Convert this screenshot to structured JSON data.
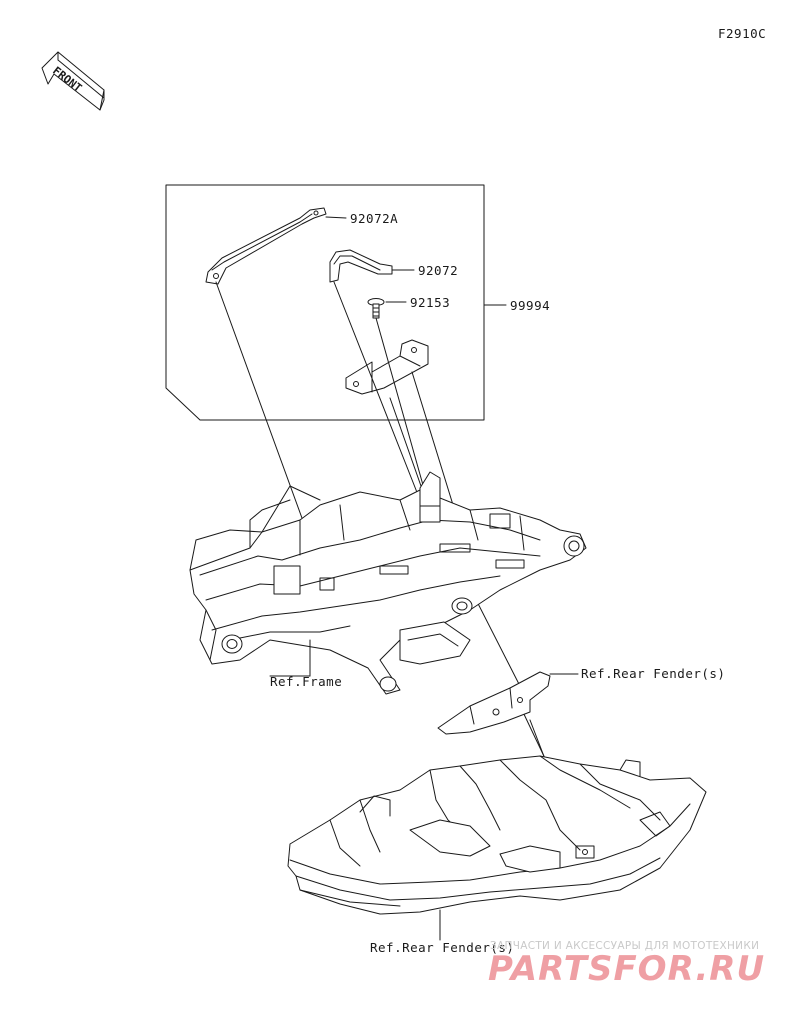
{
  "figure_code": "F2910C",
  "front_label": "FRONT",
  "callouts": {
    "part_92072A": "92072A",
    "part_92072": "92072",
    "part_92153": "92153",
    "part_99994": "99994",
    "ref_frame": "Ref.Frame",
    "ref_rear_fender_1": "Ref.Rear Fender(s)",
    "ref_rear_fender_2": "Ref.Rear Fender(s)"
  },
  "watermark": {
    "tagline": "ЗАПЧАСТИ И АКСЕССУАРЫ ДЛЯ МОТОТЕХНИКИ",
    "logo": "PARTSFOR.RU",
    "color": "#e2505a"
  },
  "colors": {
    "line": "#1a1a1a",
    "background": "#ffffff"
  }
}
